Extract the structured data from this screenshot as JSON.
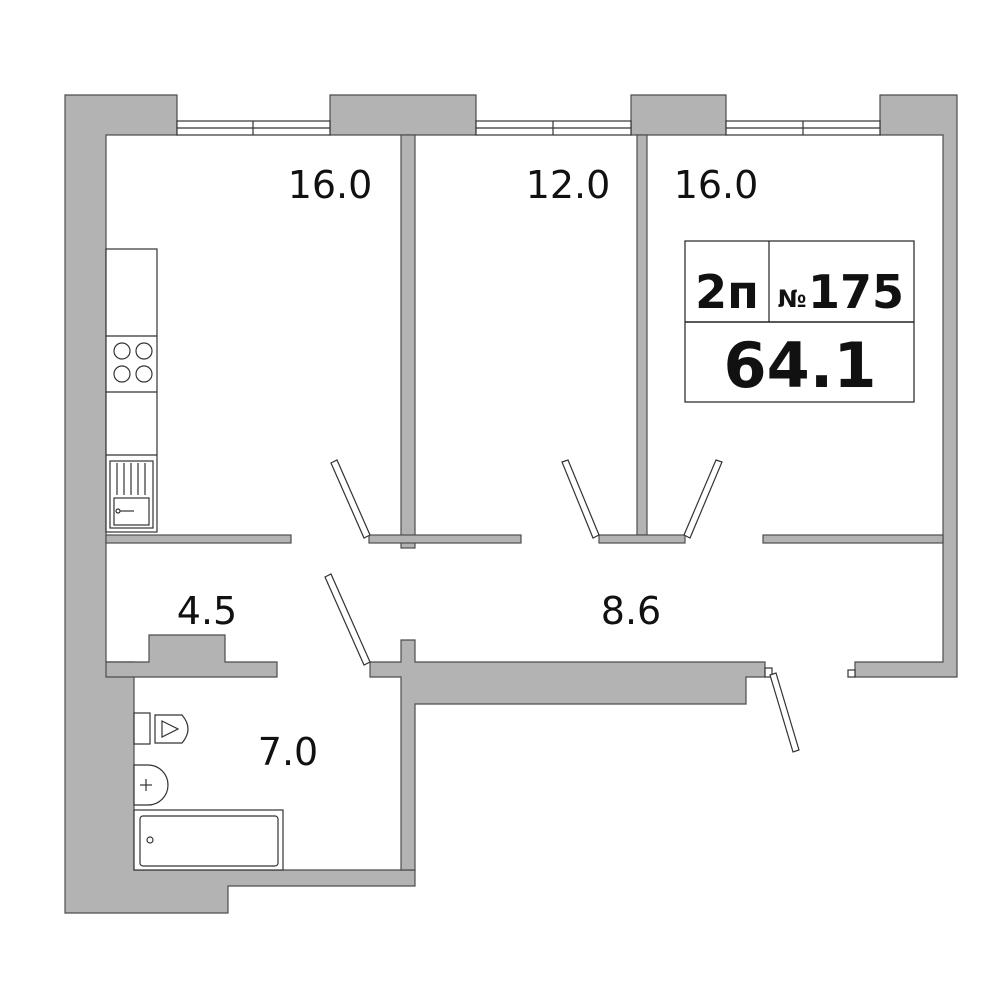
{
  "badge": {
    "type": "2п",
    "number_sign": "№",
    "number": "175",
    "total_area": "64.1"
  },
  "rooms": {
    "kitchen": "16.0",
    "room_middle": "12.0",
    "room_right": "16.0",
    "closet": "4.5",
    "hallway": "8.6",
    "bathroom": "7.0"
  }
}
